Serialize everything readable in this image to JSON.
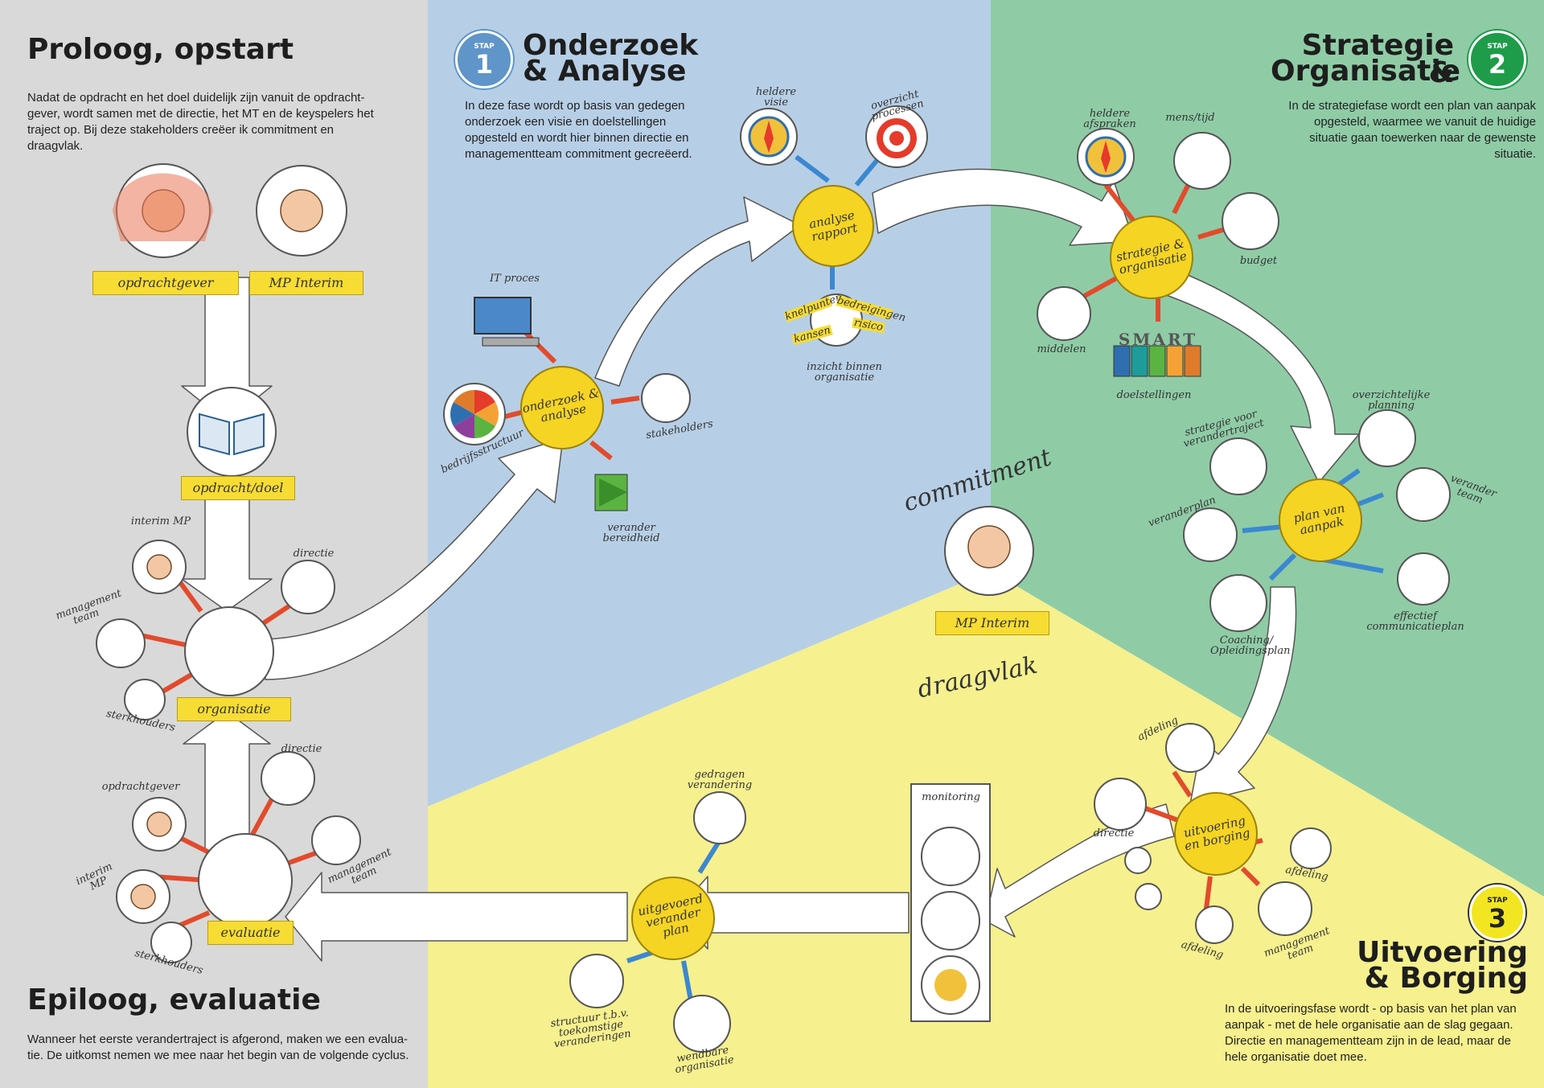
{
  "prologue": {
    "title": "Proloog, opstart",
    "text": "Nadat de opdracht en het doel duidelijk zijn vanuit de opdracht-gever, wordt samen met de directie, het MT en de keyspelers het traject op. Bij deze stakeholders creëer ik commitment en draagvlak.",
    "label_client": "opdrachtgever",
    "label_mp": "MP Interim",
    "label_assignment": "opdracht/doel",
    "label_org": "organisatie",
    "small": {
      "interim_mp": "interim MP",
      "directie": "directie",
      "mt": "management team",
      "sterk": "sterkhouders"
    }
  },
  "step1": {
    "badge_word": "STAP",
    "number": "1",
    "title_line1": "Onderzoek",
    "title_line2": "& Analyse",
    "text": "In deze fase wordt op basis van gedegen onderzoek een visie en doelstellingen opgesteld en wordt hier binnen directie en managementteam commitment gecreëerd.",
    "node_research": "onderzoek & analyse",
    "node_report": "analyse rapport",
    "small": {
      "it": "IT proces",
      "bedrijf": "bedrijfsstructuur",
      "stakeholders": "stakeholders",
      "veranderbereid": "verander bereidheid",
      "visie": "heldere visie",
      "processen": "overzicht processen",
      "inzicht": "inzicht binnen organisatie",
      "knelpunten": "knelpunten",
      "bedreigingen": "bedreigingen",
      "kansen": "kansen",
      "risico": "risico"
    }
  },
  "step2": {
    "badge_word": "STAP",
    "number": "2",
    "title_line1": "Strategie &",
    "title_line2": "Organisatie",
    "text": "In de strategiefase wordt een plan van aanpak opgesteld, waarmee we vanuit de huidige situatie gaan toewerken naar de gewenste situatie.",
    "node_strategy": "strategie & organisatie",
    "node_plan": "plan van aanpak",
    "small": {
      "afspraken": "heldere afspraken",
      "mens": "mens/tijd",
      "budget": "budget",
      "middelen": "middelen",
      "doelstellingen": "doelstellingen",
      "smart": "SMART",
      "planning": "overzichtelijke planning",
      "strategie": "strategie voor verandertraject",
      "veranderteam": "verander team",
      "veranderplan": "veranderplan",
      "coaching": "Coaching/ Opleidingsplan",
      "communicatie": "effectief communicatieplan"
    }
  },
  "center": {
    "commitment": "commitment",
    "draagvlak": "draagvlak",
    "label_mp": "MP Interim"
  },
  "step3": {
    "badge_word": "STAP",
    "number": "3",
    "title_line1": "Uitvoering",
    "title_line2": "& Borging",
    "text": "In de uitvoeringsfase wordt - op basis van het plan van aanpak - met de hele organisatie aan de slag gegaan. Directie en managementteam zijn in de lead, maar de hele organisatie doet mee.",
    "node_exec": "uitvoering en borging",
    "node_done": "uitgevoerd verander plan",
    "monitoring": "monitoring",
    "small": {
      "afdeling1": "afdeling",
      "directie": "directie",
      "afdeling2": "afdeling",
      "afdeling3": "afdeling",
      "mt": "management team",
      "gedrag": "gedragen verandering",
      "structuur": "structuur t.b.v. toekomstige veranderingen",
      "wendbaar": "wendbare organisatie"
    }
  },
  "epilogue": {
    "title": "Epiloog, evaluatie",
    "text": "Wanneer het eerste verandertraject is afgerond, maken we een evalua-tie. De uitkomst nemen we mee naar het begin van de volgende cyclus.",
    "label_eval": "evaluatie",
    "small": {
      "opdrachtgever": "opdrachtgever",
      "interim": "interim MP",
      "directie": "directie",
      "mt": "management team",
      "sterk": "sterkhouders"
    }
  },
  "colors": {
    "grey": "#d9d9d9",
    "blue": "#b7cfe6",
    "green": "#8fcca6",
    "yellow": "#f6f08e",
    "badge1": "#5f95c8",
    "badge2": "#1e9c49",
    "badge3": "#f2e622",
    "node": "#f5d423"
  }
}
